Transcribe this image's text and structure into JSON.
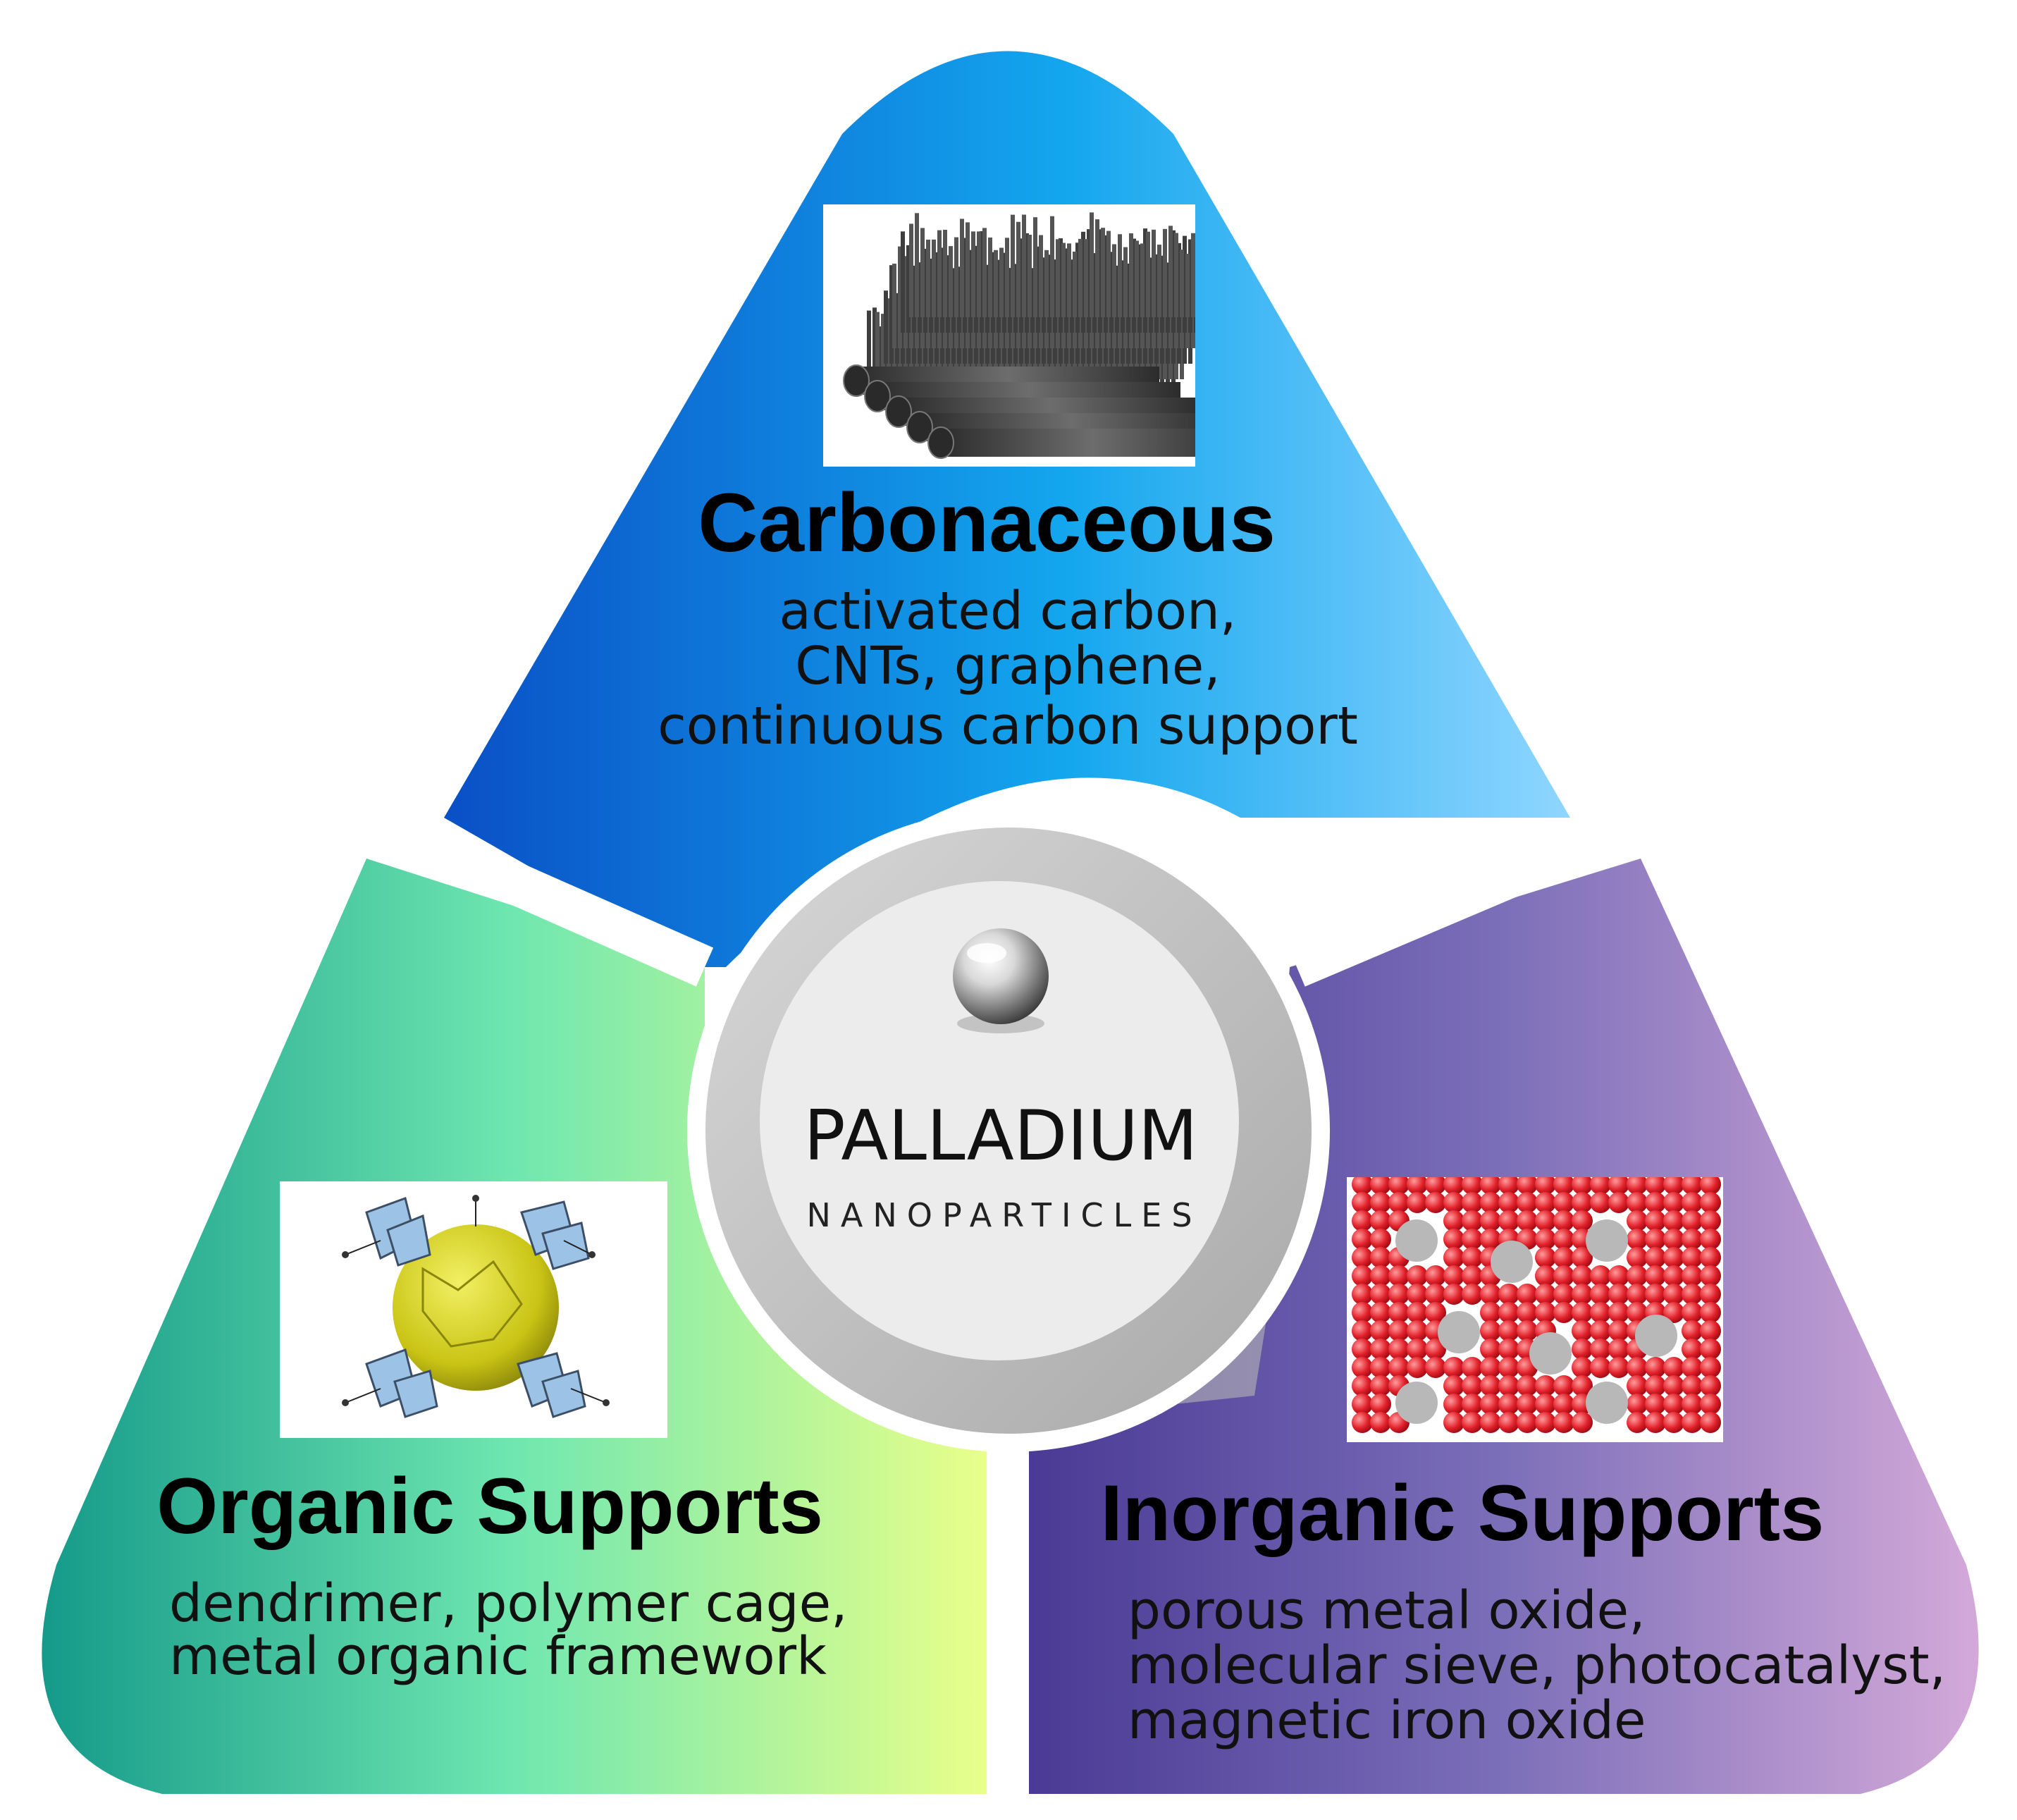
{
  "center": {
    "title": "PALLADIUM",
    "subtitle": "NANOPARTICLES"
  },
  "sections": {
    "carbonaceous": {
      "heading": "Carbonaceous",
      "lines": [
        "activated carbon,",
        "CNTs, graphene,",
        "continuous carbon support"
      ],
      "gradient": [
        "#0a4fc6",
        "#13a6ee",
        "#8fd6ff"
      ]
    },
    "organic": {
      "heading": "Organic Supports",
      "lines": [
        "dendrimer, polymer cage,",
        "metal organic framework"
      ],
      "gradient": [
        "#159a8a",
        "#6fe7b0",
        "#e9ff8a"
      ]
    },
    "inorganic": {
      "heading": "Inorganic Supports",
      "lines": [
        "porous metal oxide,",
        "molecular sieve, photocatalyst,",
        "magnetic iron oxide"
      ],
      "gradient": [
        "#4a3a95",
        "#7c6fb9",
        "#d3a9d9"
      ]
    }
  },
  "illustrations": {
    "carbonaceous": "carbon-nanotube-array-illustration",
    "organic": "metal-organic-cage-illustration",
    "inorganic": "molecular-sieve-lattice-illustration",
    "center": "palladium-sphere-icon"
  }
}
